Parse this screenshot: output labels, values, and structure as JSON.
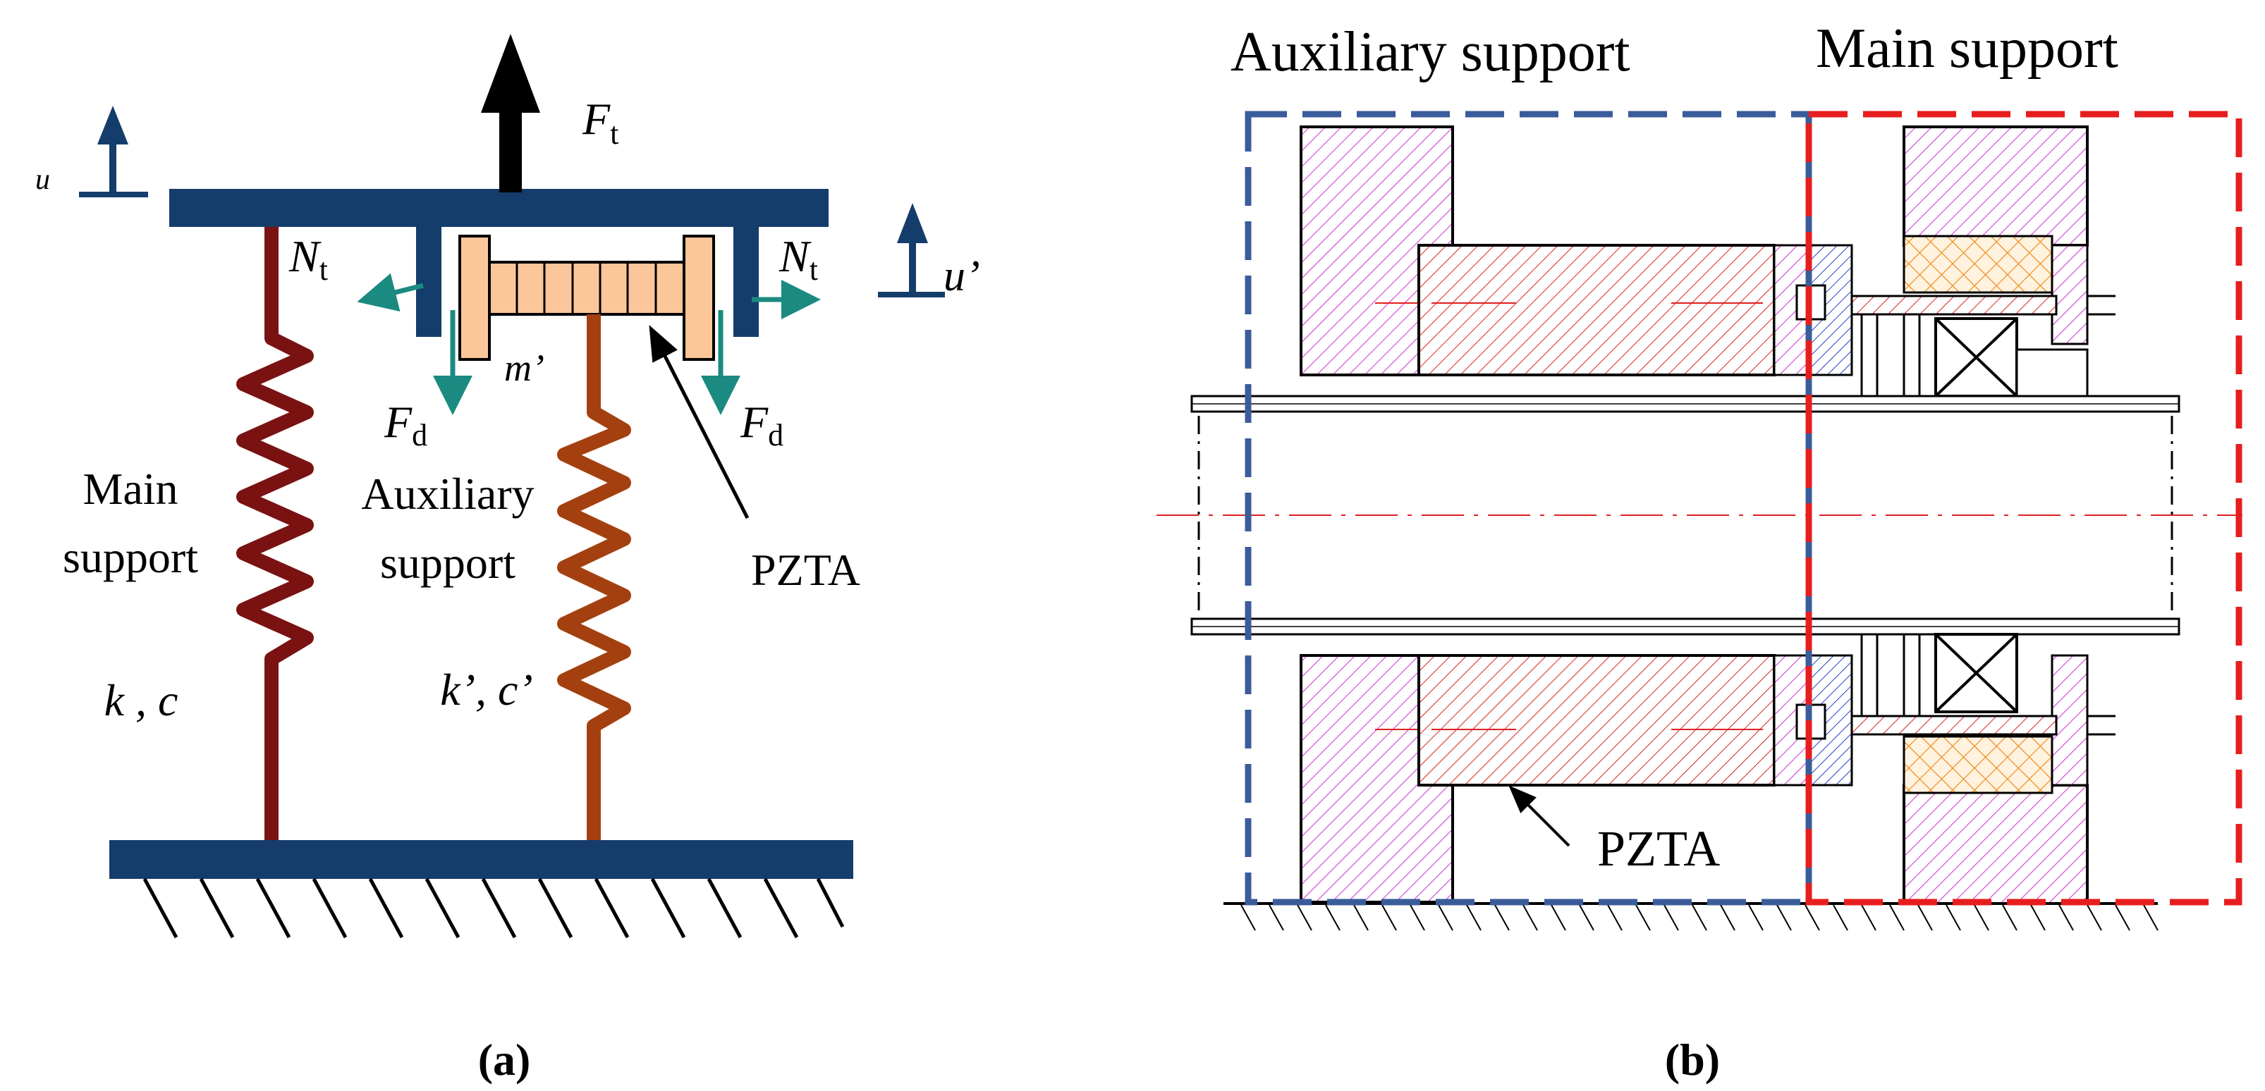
{
  "panel_a": {
    "caption": "(a)",
    "force_top_label": "F",
    "force_top_sub": "t",
    "disp_u_label": "u",
    "disp_u_prime_label": "u’",
    "normal_left_label": "N",
    "normal_left_sub": "t",
    "normal_right_label": "N",
    "normal_right_sub": "t",
    "fd_left_label": "F",
    "fd_left_sub": "d",
    "fd_right_label": "F",
    "fd_right_sub": "d",
    "mass_label": "m’",
    "main_support_line1": "Main",
    "main_support_line2": "support",
    "aux_support_line1": "Auxiliary",
    "aux_support_line2": "support",
    "pzta_label": "PZTA",
    "main_params": "k , c",
    "aux_params": "k’, c’",
    "colors": {
      "frame": "#153d6b",
      "main_spring": "#7a1212",
      "aux_spring": "#a4400f",
      "arrow_green": "#1b8a80",
      "pzta_fill": "#fbc79a"
    }
  },
  "panel_b": {
    "caption": "(b)",
    "aux_support_title": "Auxiliary support",
    "main_support_title": "Main support",
    "pzta_label": "PZTA",
    "colors": {
      "aux_box": "#3b5c9a",
      "main_box": "#e61e1e",
      "magenta_hatch": "#d43cd4",
      "red_hatch": "#e02020",
      "orange_hatch": "#f08c1e",
      "blue_hatch": "#2840c8"
    }
  }
}
